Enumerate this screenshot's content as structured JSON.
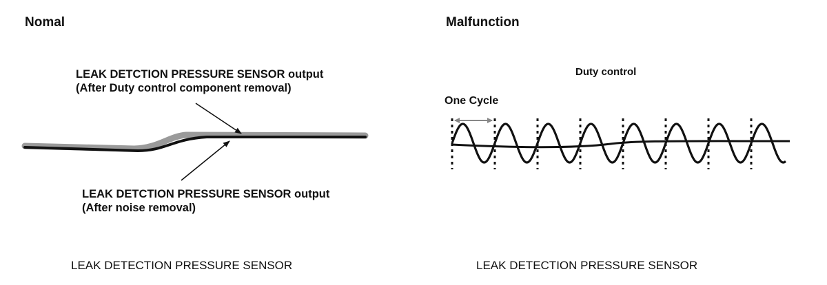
{
  "normal": {
    "title": "Nomal",
    "annotation_top": {
      "line1": "LEAK DETCTION PRESSURE SENSOR output",
      "line2": "(After Duty control component removal)"
    },
    "annotation_bottom": {
      "line1": "LEAK DETCTION PRESSURE SENSOR output",
      "line2": "(After noise removal)"
    },
    "caption": "LEAK DETECTION PRESSURE SENSOR"
  },
  "malfunction": {
    "title": "Malfunction",
    "duty_label": "Duty control",
    "cycle_label": "One Cycle",
    "cycles": 8,
    "caption": "LEAK DETECTION PRESSURE SENSOR"
  },
  "colors": {
    "ink": "#111111",
    "gray_trace": "#9a9a9a"
  }
}
